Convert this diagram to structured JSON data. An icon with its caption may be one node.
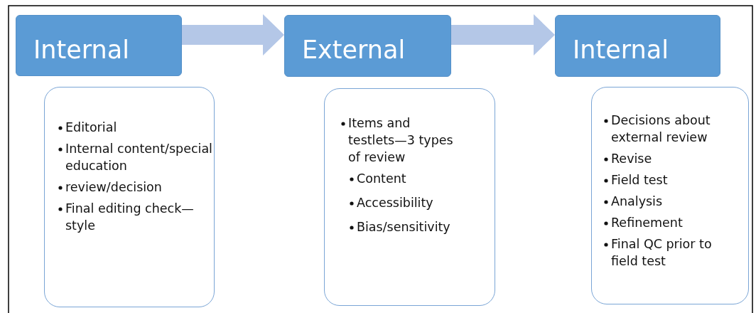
{
  "diagram": {
    "nodes": [
      {
        "text": [
          "Internal"
        ]
      },
      {
        "text": [
          "Editorial",
          "Internal content/special education",
          "review/decision",
          "Final editing check—style"
        ]
      },
      {
        "text": [
          "External"
        ]
      },
      {
        "text": [
          "Items and testlets—3 types of review",
          "Content",
          "Accessibility",
          "Bias/sensitivity"
        ]
      },
      {
        "text": [
          "Internal"
        ]
      },
      {
        "text": [
          "Decisions about external review",
          "Revise",
          "Field test",
          "Analysis",
          "Refinement",
          "Final QC prior to field test"
        ]
      }
    ],
    "edges": [
      {
        "from": 0,
        "to": 2,
        "arrow": "to"
      },
      {
        "from": 2,
        "to": 4,
        "arrow": "to"
      }
    ]
  }
}
